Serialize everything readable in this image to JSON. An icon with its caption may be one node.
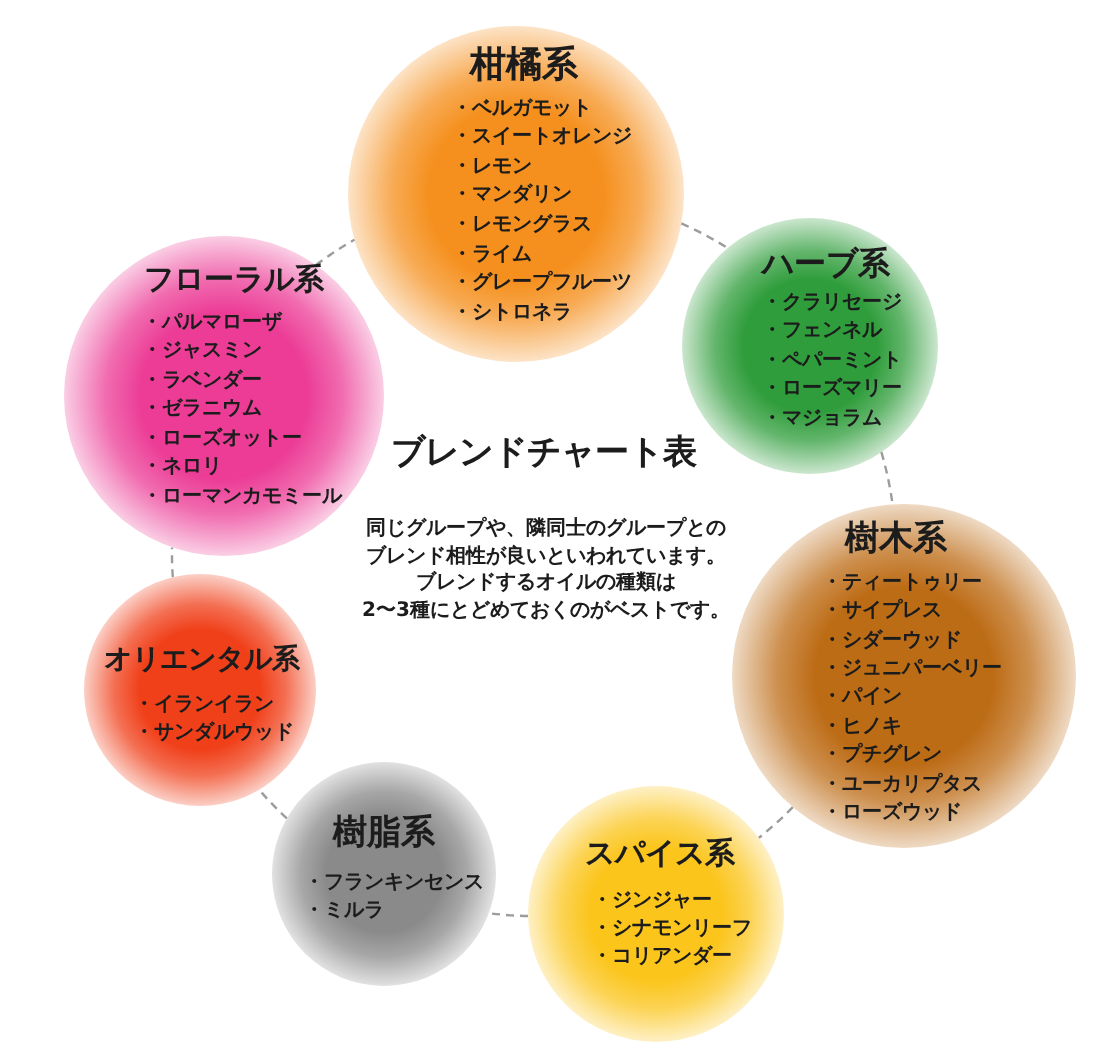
{
  "diagram": {
    "title": "ブレンドチャート表",
    "nodes": [
      {
        "text": [
          "柑橘系",
          "・ベルガモット",
          "・スイートオレンジ",
          "・レモン",
          "・マンダリン",
          "・レモングラス",
          "・ライム",
          "・グレープフルーツ",
          "・シトロネラ"
        ]
      },
      {
        "text": [
          "フローラル系",
          "・パルマローザ",
          "・ジャスミン",
          "・ラベンダー",
          "・ゼラニウム",
          "・ローズオットー",
          "・ネロリ",
          "・ローマンカモミール"
        ]
      },
      {
        "text": [
          "ハーブ系",
          "・クラリセージ",
          "・フェンネル",
          "・ペパーミント",
          "・ローズマリー",
          "・マジョラム"
        ]
      },
      {
        "text": [
          "樹木系",
          "・ティートゥリー",
          "・サイプレス",
          "・シダーウッド",
          "・ジュニパーベリー",
          "・パイン",
          "・ヒノキ",
          "・プチグレン",
          "・ユーカリプタス",
          "・ローズウッド"
        ]
      },
      {
        "text": [
          "オリエンタル系",
          "・イランイラン",
          "・サンダルウッド"
        ]
      },
      {
        "text": [
          "樹脂系",
          "・フランキンセンス",
          "・ミルラ"
        ]
      },
      {
        "text": [
          "スパイス系",
          "・ジンジャー",
          "・シナモンリーフ",
          "・コリアンダー"
        ]
      }
    ],
    "edges": [
      {
        "from": 0,
        "to": 2,
        "arrow": "none",
        "style": "dashed"
      },
      {
        "from": 2,
        "to": 3,
        "arrow": "none",
        "style": "dashed"
      },
      {
        "from": 3,
        "to": 6,
        "arrow": "none",
        "style": "dashed"
      },
      {
        "from": 6,
        "to": 5,
        "arrow": "none",
        "style": "dashed"
      },
      {
        "from": 5,
        "to": 4,
        "arrow": "none",
        "style": "dashed"
      },
      {
        "from": 4,
        "to": 1,
        "arrow": "none",
        "style": "dashed"
      },
      {
        "from": 1,
        "to": 0,
        "arrow": "none",
        "style": "dashed"
      }
    ],
    "labels": [
      "同じグループや、隣同士のグループとの",
      "ブレンド相性が良いといわれています。",
      "ブレンドするオイルの種類は",
      "2〜3種にとどめておくのがベストです。"
    ]
  }
}
